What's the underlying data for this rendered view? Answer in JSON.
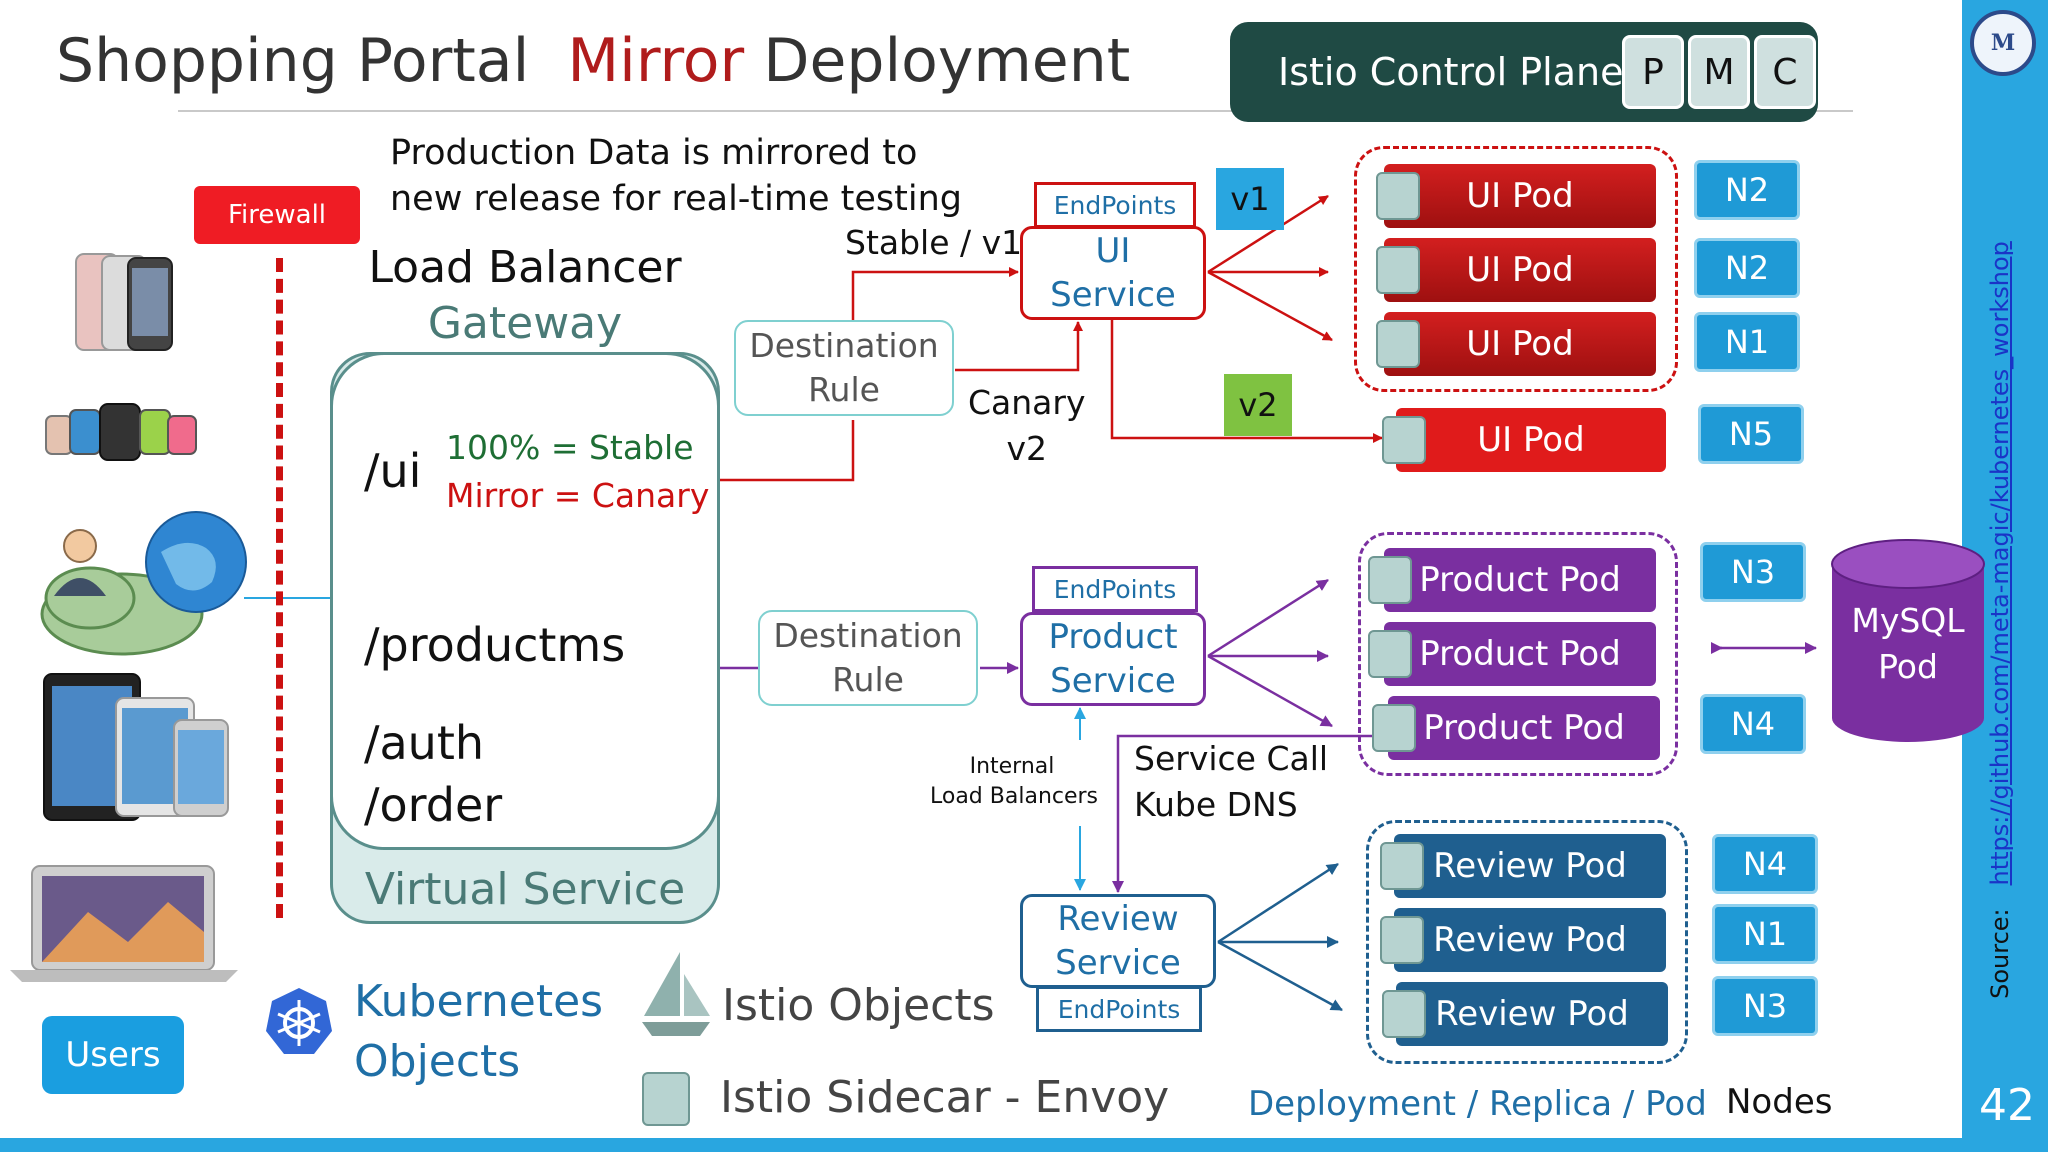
{
  "header": {
    "title_part1": "Shopping Portal",
    "title_part2": "Mirror",
    "title_part3": "Deployment"
  },
  "control_plane": {
    "label": "Istio Control Plane",
    "components": [
      "P",
      "M",
      "C"
    ]
  },
  "source": {
    "prefix": "Source:",
    "link": "https://github.com/meta-magic/kubernetes_workshop"
  },
  "logo": {
    "letter": "M"
  },
  "page_number": "42",
  "firewall": {
    "label": "Firewall"
  },
  "users": {
    "label": "Users"
  },
  "note": {
    "line1": "Production Data is mirrored to",
    "line2": "new release for real-time testing"
  },
  "gateway": {
    "title": "Load Balancer",
    "subtitle": "Gateway"
  },
  "virtual_service": {
    "label": "Virtual Service",
    "routes": [
      "/ui",
      "/productms",
      "/auth",
      "/order"
    ],
    "stable_rule": "100% = Stable",
    "mirror_rule": "Mirror = Canary"
  },
  "destination_rule": {
    "line1": "Destination",
    "line2": "Rule"
  },
  "ui_service": {
    "endpoints": "EndPoints",
    "line1": "UI",
    "line2": "Service",
    "stable_label": "Stable / v1",
    "canary_line1": "Canary",
    "canary_line2": "v2",
    "v1_badge": "v1",
    "v2_badge": "v2",
    "pods": [
      "UI Pod",
      "UI Pod",
      "UI Pod",
      "UI Pod"
    ],
    "nodes": [
      "N2",
      "N2",
      "N1",
      "N5"
    ]
  },
  "product_service": {
    "endpoints": "EndPoints",
    "line1": "Product",
    "line2": "Service",
    "pods": [
      "Product Pod",
      "Product Pod",
      "Product Pod"
    ],
    "nodes": [
      "N3",
      "N4"
    ]
  },
  "mysql": {
    "line1": "MySQL",
    "line2": "Pod"
  },
  "internal_lb": {
    "line1": "Internal",
    "line2": "Load Balancers"
  },
  "service_call": {
    "line1": "Service Call",
    "line2": "Kube DNS"
  },
  "review_service": {
    "line1": "Review",
    "line2": "Service",
    "endpoints": "EndPoints",
    "pods": [
      "Review Pod",
      "Review Pod",
      "Review Pod"
    ],
    "nodes": [
      "N4",
      "N1",
      "N3"
    ]
  },
  "legend": {
    "k8s_line1": "Kubernetes",
    "k8s_line2": "Objects",
    "istio_objects": "Istio Objects",
    "istio_sidecar": "Istio Sidecar - Envoy",
    "deployment": "Deployment / Replica / Pod",
    "nodes": "Nodes"
  },
  "colors": {
    "red_route": "#cc1111",
    "purple_route": "#7a2fa0",
    "blue_route": "#1f5f8f",
    "cyan_accent": "#29a6e0",
    "control_plane_bg": "#1f4a44"
  }
}
